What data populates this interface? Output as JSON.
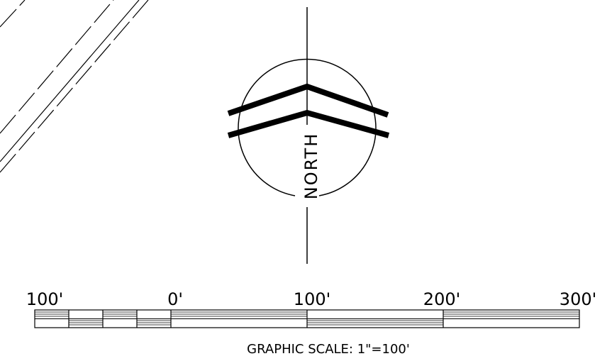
{
  "north_arrow": {
    "label": "NORTH"
  },
  "scale_bar": {
    "tick_labels": [
      "100'",
      "0'",
      "100'",
      "200'",
      "300'"
    ],
    "caption": "GRAPHIC SCALE: 1\"=100'"
  },
  "colors": {
    "ink": "#000000",
    "background": "#ffffff"
  }
}
